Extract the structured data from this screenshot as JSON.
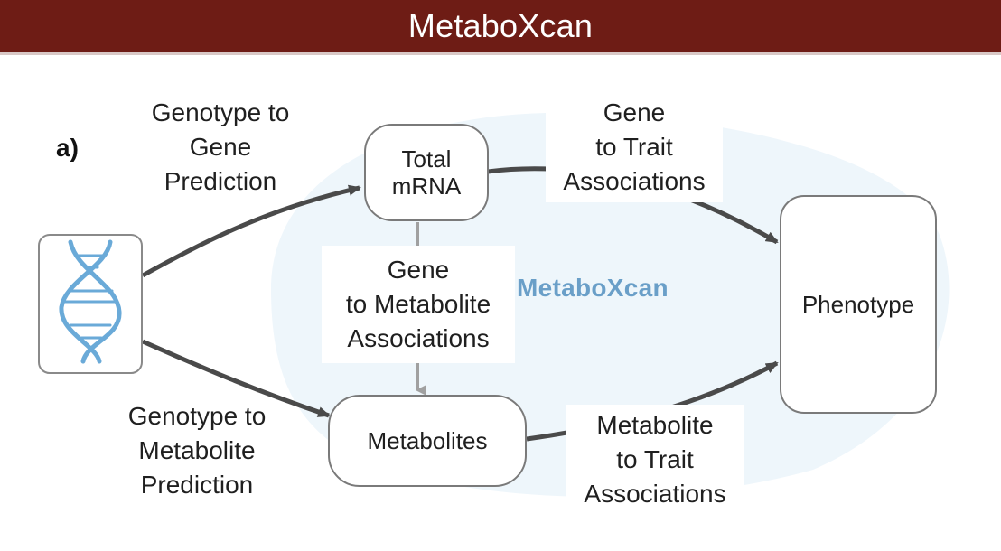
{
  "header": {
    "title": "MetaboXcan"
  },
  "panel_label": "a)",
  "watermark": "MetaboXcan",
  "nodes": {
    "genotype": {
      "icon": "dna-icon"
    },
    "total_mrna": {
      "line1": "Total",
      "line2": "mRNA"
    },
    "metabolites": {
      "label": "Metabolites"
    },
    "phenotype": {
      "label": "Phenotype"
    }
  },
  "edges": {
    "genotype_to_gene": {
      "line1": "Genotype to",
      "line2": "Gene",
      "line3": "Prediction"
    },
    "genotype_to_metabolite": {
      "line1": "Genotype to",
      "line2": "Metabolite",
      "line3": "Prediction"
    },
    "gene_to_trait": {
      "line1": "Gene",
      "line2": "to Trait",
      "line3": "Associations"
    },
    "gene_to_metabolite": {
      "line1": "Gene",
      "line2": "to Metabolite",
      "line3": "Associations"
    },
    "metabolite_to_trait": {
      "line1": "Metabolite",
      "line2": "to Trait",
      "line3": "Associations"
    }
  },
  "colors": {
    "header_bg": "#6e1c15",
    "arrow": "#4a4a4a",
    "arrow_light": "#9a9a9a",
    "background_blob": "#eef6fb",
    "dna": "#6aaad8"
  }
}
